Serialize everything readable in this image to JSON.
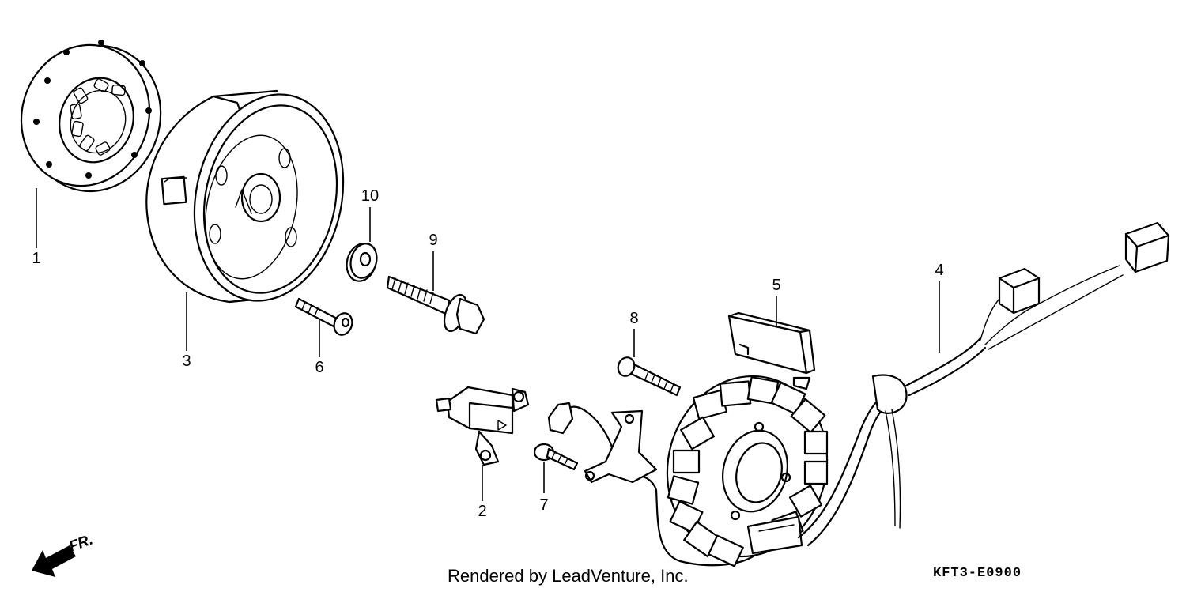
{
  "diagram": {
    "callouts": [
      {
        "id": "1",
        "label": "1"
      },
      {
        "id": "2",
        "label": "2"
      },
      {
        "id": "3",
        "label": "3"
      },
      {
        "id": "4",
        "label": "4"
      },
      {
        "id": "5",
        "label": "5"
      },
      {
        "id": "6",
        "label": "6"
      },
      {
        "id": "7",
        "label": "7"
      },
      {
        "id": "8",
        "label": "8"
      },
      {
        "id": "9",
        "label": "9"
      },
      {
        "id": "10",
        "label": "10"
      }
    ],
    "direction_marker": "FR.",
    "credit": "Rendered by LeadVenture, Inc.",
    "diagram_code": "KFT3-E0900"
  }
}
